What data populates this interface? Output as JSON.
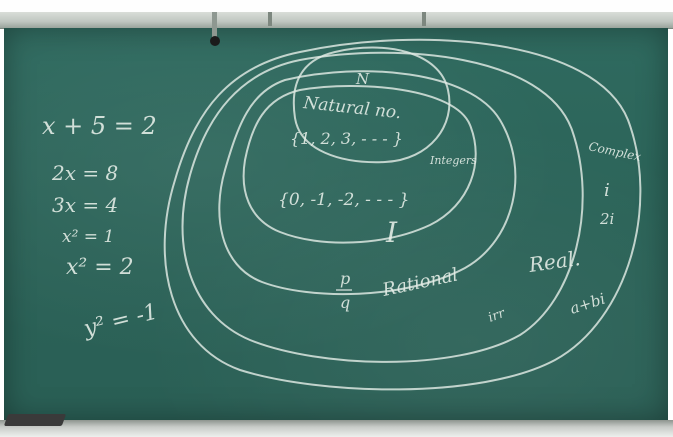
{
  "colors": {
    "board": "#2b6358",
    "chalk": "#e7efe9",
    "rail": "#c3c9c4",
    "eraser": "#3a3a3a"
  },
  "equations": [
    "x + 5 = 2",
    "2x = 8",
    "3x = 4",
    "x² = 1",
    "x² = 2",
    "y² = -1"
  ],
  "sets": {
    "natural_symbol": "N",
    "natural_label": "Natural no.",
    "natural_elements": "{1, 2, 3, - - - }",
    "integer_label": "Integers",
    "integer_elements": "{0, -1, -2, - - - }",
    "integer_symbol": "I",
    "rational_fraction_top": "p",
    "rational_fraction_bottom": "q",
    "rational_label": "Rational",
    "irrational_mark": "irr",
    "real_label": "Real.",
    "complex_label": "Complex",
    "complex_examples": [
      "i",
      "2i",
      "a+bi"
    ]
  }
}
